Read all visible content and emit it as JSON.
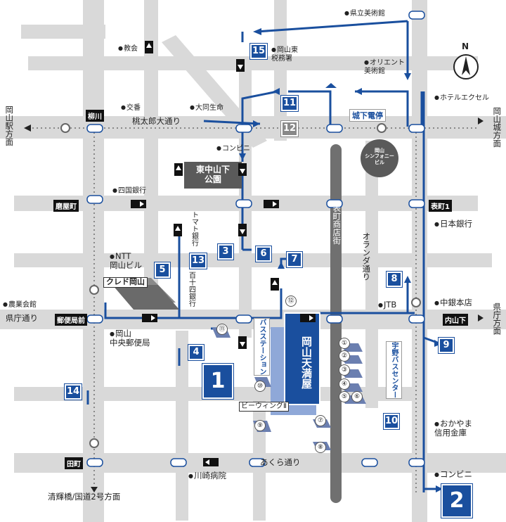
{
  "roads": {
    "momotaro": "桃太郎大通り",
    "kencho": "県庁通り",
    "akura": "あくら通り",
    "omotecho": "表町商店街",
    "oranda": "オランダ通り"
  },
  "directions": {
    "okayama_station": "岡山駅方面",
    "okayama_castle": "岡山城方面",
    "prefecture_office": "県庁方面",
    "kiyoteru": "清輝橋/国道2号方面",
    "north": "N"
  },
  "intersections": {
    "yanagawa": "柳川",
    "togiyacho": "磨屋町",
    "yubinkyokumae": "郵便局前",
    "denmachi": "田町",
    "omotecho1": "表町1",
    "uchisange": "内山下"
  },
  "stops": {
    "jokashita": "城下電停",
    "bus_station": "バスステーション",
    "uno_bus": "宇野バスセンター"
  },
  "buildings": {
    "higashi_park": "東中山下\n公園",
    "tenmaya": "岡山天満屋",
    "credo": "クレド岡山",
    "symphony": "岡山\nシンフォニー\nビル",
    "pwing": "ビーウィングⅡ"
  },
  "pois": {
    "art_museum": "県立美術館",
    "church": "教会",
    "tax_office": "岡山東\n税務署",
    "orient": "オリエント\n美術館",
    "hotel_excel": "ホテルエクセル",
    "koban": "交番",
    "daido_life": "大同生命",
    "convenience1": "コンビニ",
    "shikoku_bank": "四国銀行",
    "tomato_bank": "トマト銀行",
    "hyakujushi_bank": "百十四銀行",
    "ntt": "NTT\n岡山ビル",
    "nihon_bank": "日本銀行",
    "jtb": "JTB",
    "chugin": "中銀本店",
    "nogyo": "農業会館",
    "central_post": "岡山\n中央郵便局",
    "okayama_shinkin": "おかやま\n信用金庫",
    "convenience2": "コンビニ",
    "kawasaki": "川崎病院"
  },
  "parking_labels": [
    "1",
    "2",
    "3",
    "4",
    "5",
    "6",
    "7",
    "8",
    "9",
    "10",
    "11",
    "12",
    "13",
    "14",
    "15"
  ],
  "shop_numbers": [
    "①",
    "②",
    "③",
    "④",
    "⑤",
    "⑥",
    "⑦",
    "⑧",
    "⑨",
    "⑩",
    "⑪",
    "⑫"
  ],
  "colors": {
    "road": "#d6d6d6",
    "route": "#1a4f9e",
    "building": "#5a5a5a",
    "tenmaya": "#1a4f9e"
  }
}
